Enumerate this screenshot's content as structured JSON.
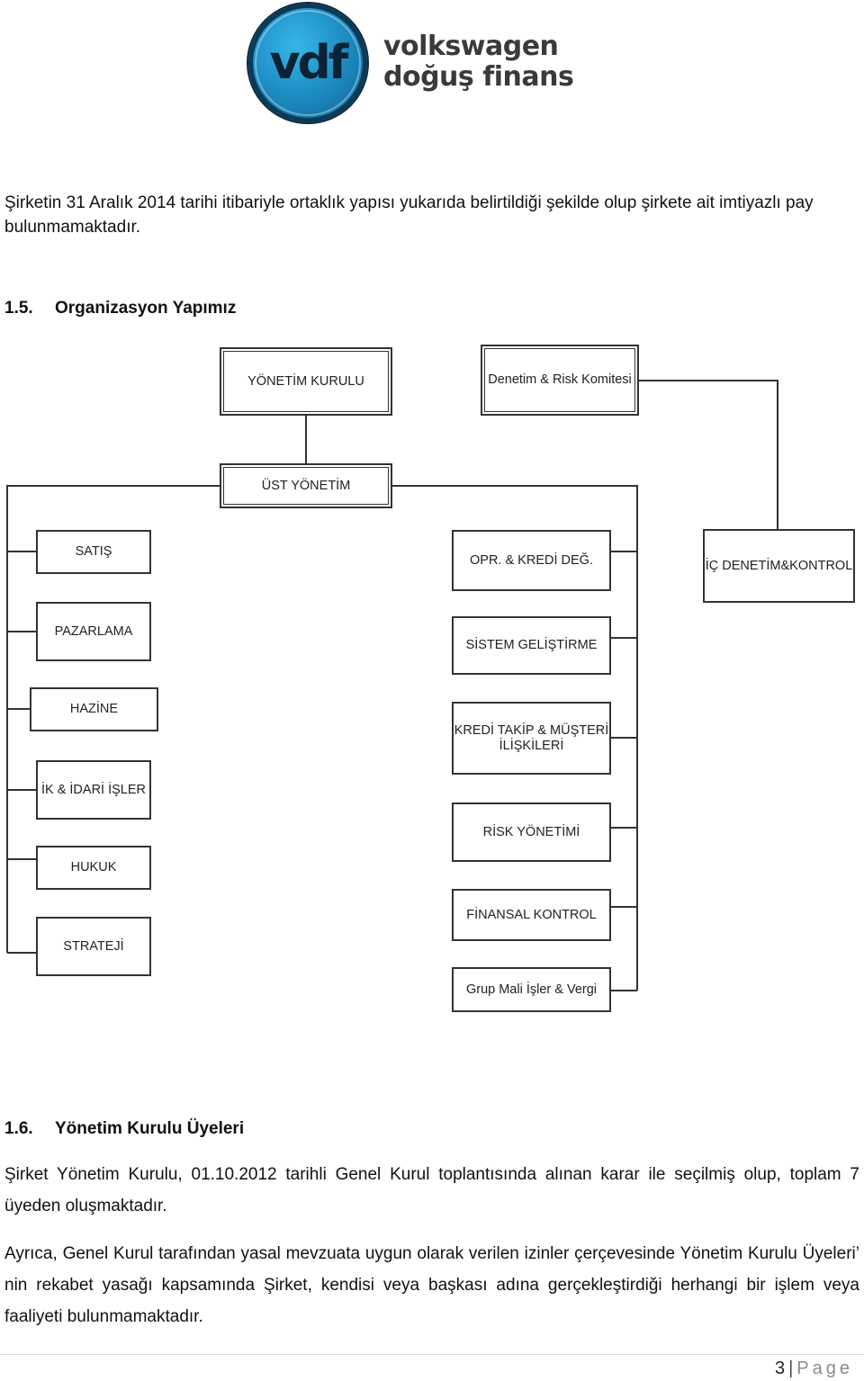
{
  "logo": {
    "mark": "vdf",
    "line1": "volkswagen",
    "line2": "doğuş finans"
  },
  "intro_paragraph": "Şirketin 31 Aralık 2014 tarihi itibariyle ortaklık yapısı yukarıda belirtildiği şekilde olup şirkete ait imtiyazlı pay bulunmamaktadır.",
  "section_15": {
    "number": "1.5.",
    "title": "Organizasyon Yapımız"
  },
  "org_chart": {
    "board": "YÖNETİM KURULU",
    "audit_committee": "Denetim & Risk Komitesi",
    "top_management": "ÜST YÖNETİM",
    "left_units": [
      "SATIŞ",
      "PAZARLAMA",
      "HAZİNE",
      "İK & İDARİ İŞLER",
      "HUKUK",
      "STRATEJİ"
    ],
    "right_units": [
      "OPR. & KREDİ DEĞ.",
      "SİSTEM GELİŞTİRME",
      "KREDİ TAKİP & MÜŞTERİ İLİŞKİLERİ",
      "RİSK YÖNETİMİ",
      "FİNANSAL KONTROL",
      "Grup Mali İşler & Vergi"
    ],
    "internal_audit": "İÇ DENETİM&KONTROL"
  },
  "section_16": {
    "number": "1.6.",
    "title": "Yönetim Kurulu Üyeleri"
  },
  "board_paragraph_1": "Şirket Yönetim Kurulu, 01.10.2012 tarihli Genel Kurul toplantısında alınan karar ile seçilmiş olup, toplam 7 üyeden oluşmaktadır.",
  "board_paragraph_2": "Ayrıca, Genel Kurul tarafından yasal mevzuata uygun olarak verilen izinler çerçevesinde Yönetim Kurulu Üyeleri’ nin rekabet yasağı kapsamında Şirket, kendisi veya başkası adına gerçekleştirdiği herhangi bir işlem veya faaliyeti bulunmamaktadır.",
  "footer": {
    "page_number": "3",
    "separator": "|",
    "page_label": "Page"
  }
}
